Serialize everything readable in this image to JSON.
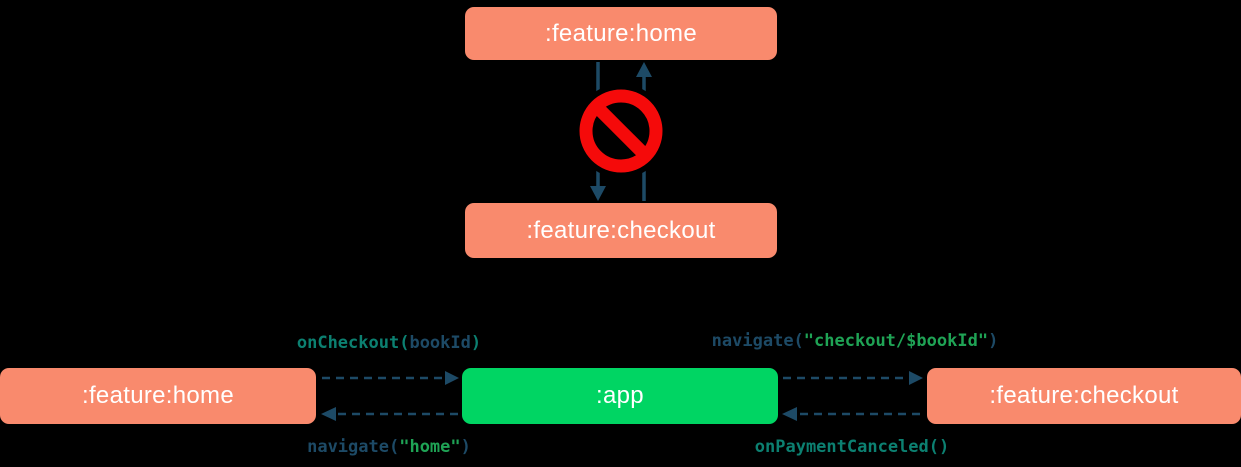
{
  "top_diagram": {
    "home_box": ":feature:home",
    "checkout_box": ":feature:checkout",
    "forbidden_icon": "no-entry-icon"
  },
  "bottom_diagram": {
    "home_box": ":feature:home",
    "app_box": ":app",
    "checkout_box": ":feature:checkout",
    "labels": {
      "onCheckout": {
        "fn": "onCheckout(",
        "arg": "bookId",
        "close": ")"
      },
      "navigateHome": {
        "fn": "navigate(",
        "str": "\"home\"",
        "close": ")"
      },
      "navigateCheckout": {
        "fn": "navigate(",
        "str1": "\"checkout/",
        "var": "$bookId",
        "str2": "\"",
        "close": ")"
      },
      "onPaymentCanceled": {
        "fn": "onPaymentCanceled()"
      }
    }
  },
  "colors": {
    "background": "#000000",
    "module_box": "#F98A6D",
    "app_box": "#00D563",
    "box_text": "#FFFFFF",
    "arrow": "#1D4A66",
    "forbidden_red": "#F50A0A",
    "code_function_teal": "#0C8071",
    "code_navy": "#1D4A66",
    "code_string_green": "#1FA355"
  }
}
